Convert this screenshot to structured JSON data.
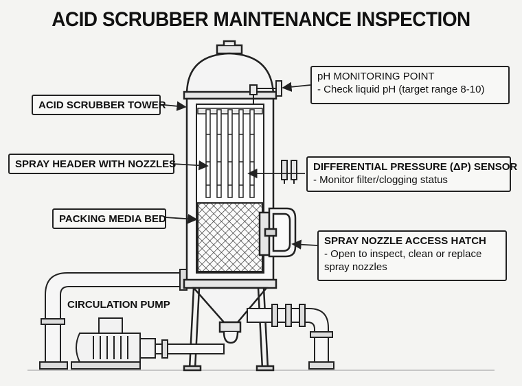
{
  "title": "ACID SCRUBBER MAINTENANCE INSPECTION",
  "labels": {
    "tower": "ACID SCRUBBER TOWER",
    "spray_header": "SPRAY HEADER WITH NOZZLES",
    "packing": "PACKING MEDIA BED",
    "pump": "CIRCULATION PUMP",
    "ph": {
      "head": "pH MONITORING POINT",
      "sub": "- Check liquid pH (target range 8-10)"
    },
    "dp": {
      "head": "DIFFERENTIAL PRESSURE (ΔP) SENSOR",
      "sub": "- Monitor filter/clogging status"
    },
    "hatch": {
      "head": "SPRAY NOZZLE ACCESS HATCH",
      "sub1": "- Open to inspect, clean or replace",
      "sub2": "spray nozzles"
    }
  }
}
